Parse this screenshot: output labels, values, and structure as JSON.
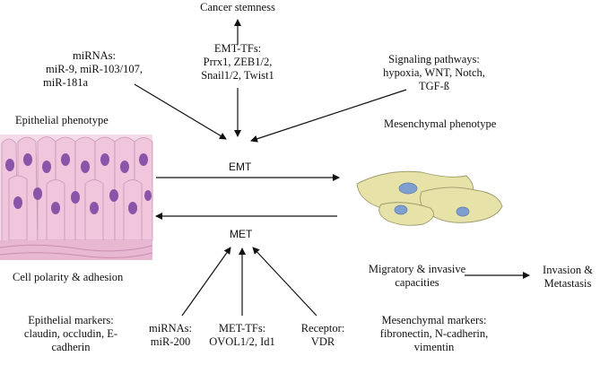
{
  "nodes": {
    "cancer_stemness": "Cancer stemness",
    "emt_tfs": [
      "EMT-TFs:",
      "Prrx1, ZEB1/2,",
      "Snail1/2, Twist1"
    ],
    "mirnas_top": [
      "miRNAs:",
      "miR-9, miR-103/107,",
      "miR-181a"
    ],
    "signaling": [
      "Signaling pathways:",
      "hypoxia, WNT, Notch,",
      "TGF-ß"
    ],
    "epithelial_phenotype": "Epithelial phenotype",
    "mesenchymal_phenotype": "Mesenchymal phenotype",
    "emt": "EMT",
    "met": "MET",
    "cell_polarity": "Cell polarity & adhesion",
    "migratory": [
      "Migratory & invasive",
      "capacities"
    ],
    "invasion": [
      "Invasion &",
      "Metastasis"
    ],
    "epithelial_markers": [
      "Epithelial markers:",
      "claudin, occludin, E-",
      "cadherin"
    ],
    "mirnas_bottom": [
      "miRNAs:",
      "miR-200"
    ],
    "met_tfs": [
      "MET-TFs:",
      "OVOL1/2, Id1"
    ],
    "receptor": [
      "Receptor:",
      "VDR"
    ],
    "mesenchymal_markers": [
      "Mesenchymal markers:",
      "fibronectin, N-cadherin,",
      "vimentin"
    ]
  },
  "colors": {
    "arrow": "#111111",
    "epithelial_cell": "#efc6dc",
    "epithelial_nucleus": "#8a55a8",
    "mesenchymal_cell": "#e6e2a8",
    "mesenchymal_nucleus": "#7f9fd0"
  }
}
